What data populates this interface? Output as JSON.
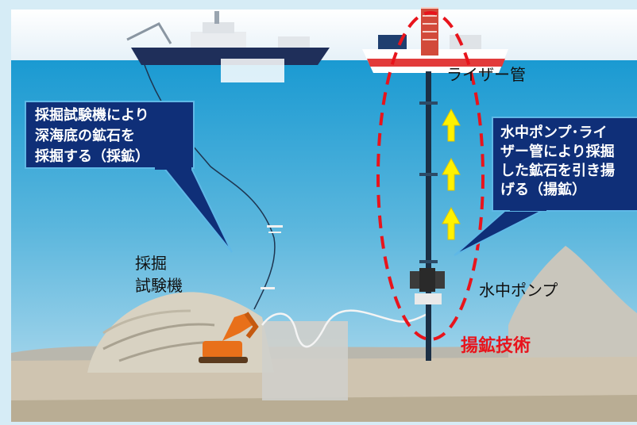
{
  "labels": {
    "riser_pipe": "ライザー管",
    "mining_machine": "採掘\n試験機",
    "submersible_pump": "水中ポンプ",
    "headline": "揚鉱技術"
  },
  "callouts": {
    "mining": "採掘試験機により\n深海底の鉱石を\n採掘する（採鉱）",
    "lifting": "水中ポンプ･ライ\nザー管により採掘\nした鉱石を引き揚\nげる（揚鉱）"
  },
  "colors": {
    "sky": "#f4f8fb",
    "sea_top": "#1f9fd4",
    "sea_bottom": "#8ccbe6",
    "seabed": "#cfc4b0",
    "callout_fill": "#0f2f78",
    "highlight_red": "#e8141c",
    "arrow_yellow": "#fff200",
    "machine_orange": "#e8701a"
  }
}
